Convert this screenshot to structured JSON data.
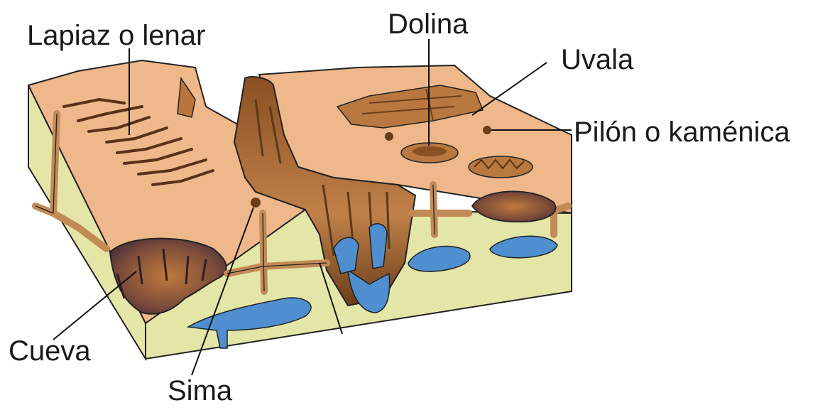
{
  "labels": {
    "lapiaz": "Lapiaz o lenar",
    "dolina": "Dolina",
    "uvala": "Uvala",
    "pilon": "Pilón o kaménica",
    "cueva": "Cueva",
    "sima": "Sima"
  },
  "colors": {
    "top_surface": "#efb88a",
    "side_face": "#e4e6a8",
    "rock_brown": "#a0632a",
    "dark_brown": "#5a3a1a",
    "cave_purple": "#6b4a5a",
    "water_blue": "#4f8fd0",
    "outline": "#222222"
  }
}
